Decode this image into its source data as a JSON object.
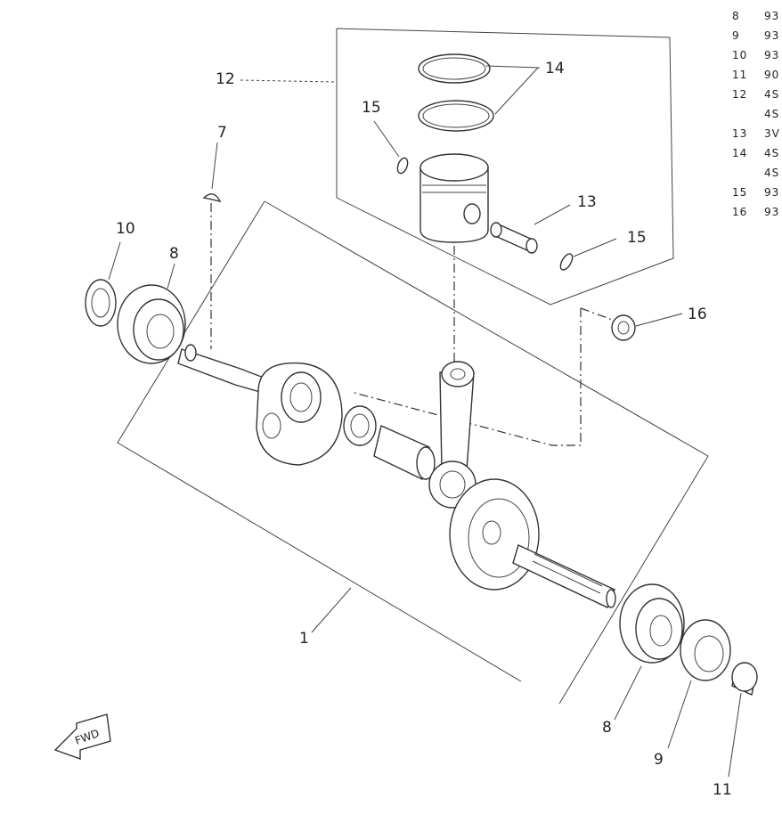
{
  "callouts": {
    "c1": "1",
    "c7": "7",
    "c8a": "8",
    "c8b": "8",
    "c9": "9",
    "c10": "10",
    "c11": "11",
    "c12": "12",
    "c13": "13",
    "c14": "14",
    "c15a": "15",
    "c15b": "15",
    "c16": "16"
  },
  "fwd_arrow_label": "FWD",
  "parts_list": [
    {
      "no": "8",
      "code": "93"
    },
    {
      "no": "9",
      "code": "93"
    },
    {
      "no": "10",
      "code": "93"
    },
    {
      "no": "11",
      "code": "90"
    },
    {
      "no": "12",
      "code": "4S"
    },
    {
      "no": "",
      "code": "4S"
    },
    {
      "no": "13",
      "code": "3V"
    },
    {
      "no": "14",
      "code": "4S"
    },
    {
      "no": "",
      "code": "4S"
    },
    {
      "no": "15",
      "code": "93"
    },
    {
      "no": "16",
      "code": "93"
    }
  ]
}
